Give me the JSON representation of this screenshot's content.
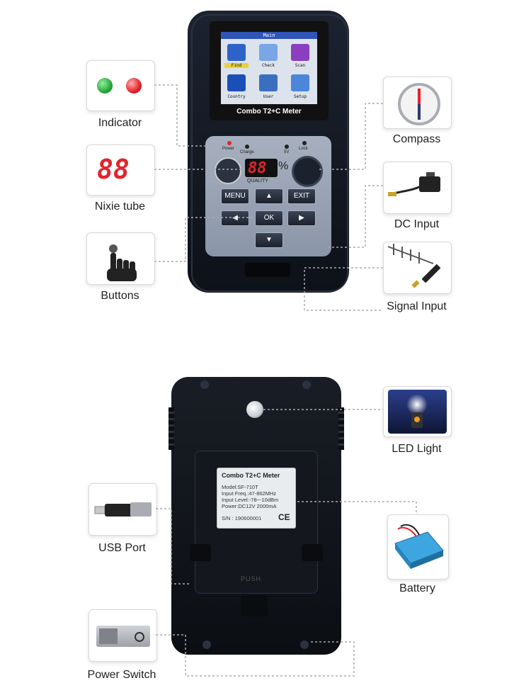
{
  "front_device": {
    "screen_title": "Main",
    "model_label": "Combo T2+C Meter",
    "apps": [
      "Find",
      "Check",
      "Scan",
      "Country",
      "User",
      "Setup"
    ],
    "indicator_labels": [
      "Power",
      "Charge",
      "5V",
      "Lock"
    ],
    "display_digits": "88",
    "display_unit": "%",
    "display_caption": "QUALITY",
    "buttons": {
      "menu": "MENU",
      "exit": "EXIT",
      "ok": "OK"
    }
  },
  "back_device": {
    "plate_title": "Combo T2+C Meter",
    "plate_lines": [
      "Model:SF-710T",
      "Input Freq.:47-862MHz",
      "Input Level:-78~-10dBm",
      "Power:DC12V 2000mA"
    ],
    "serial": "S/N : 190600001",
    "ce_mark": "CE",
    "push_label": "PUSH"
  },
  "callouts": {
    "indicator": "Indicator",
    "nixie": "Nixie tube",
    "nixie_digits": "88",
    "buttons": "Buttons",
    "compass": "Compass",
    "dc_input": "DC Input",
    "signal_input": "Signal Input",
    "led_light": "LED Light",
    "usb_port": "USB Port",
    "battery": "Battery",
    "power_switch": "Power Switch"
  },
  "colors": {
    "accent_red": "#e3232b",
    "led_green": "#2aa53b",
    "screen_blue": "#2f55b6"
  }
}
